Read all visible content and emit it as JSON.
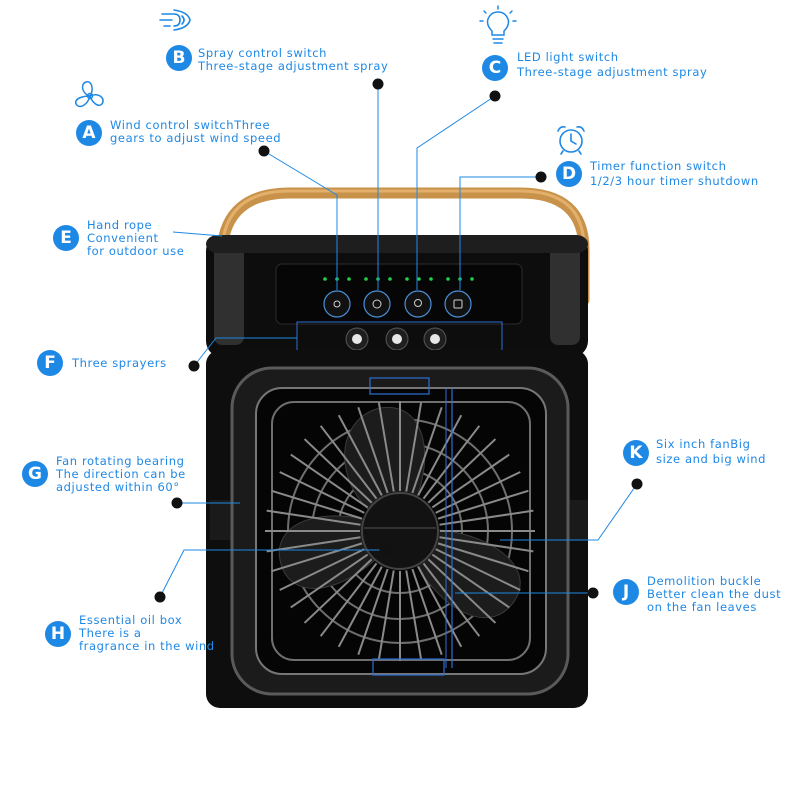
{
  "annotations": {
    "A": {
      "letter": "A",
      "line1": "Wind control switchThree",
      "line2": "gears to adjust wind speed"
    },
    "B": {
      "letter": "B",
      "line1": "Spray control switch",
      "line2": "Three-stage adjustment spray"
    },
    "C": {
      "letter": "C",
      "line1": "LED light switch",
      "line2": "Three-stage adjustment spray"
    },
    "D": {
      "letter": "D",
      "line1": "Timer function switch",
      "line2": "1/2/3 hour timer shutdown"
    },
    "E": {
      "letter": "E",
      "line1": "Hand rope",
      "line2": "Convenient",
      "line3": "for outdoor use"
    },
    "F": {
      "letter": "F",
      "line1": "Three sprayers"
    },
    "G": {
      "letter": "G",
      "line1": "Fan rotating bearing",
      "line2": "The direction can be",
      "line3": "adjusted within 60°"
    },
    "H": {
      "letter": "H",
      "line1": "Essential oil box",
      "line2": "There is a",
      "line3": "fragrance in the wind"
    },
    "J": {
      "letter": "J",
      "line1": "Demolition buckle",
      "line2": "Better clean the dust",
      "line3": "on the fan leaves"
    },
    "K": {
      "letter": "K",
      "line1": "Six inch fanBig",
      "line2": "size and big wind"
    }
  },
  "icons": [
    "fan-icon",
    "spray-icon",
    "light-bulb-icon",
    "alarm-clock-icon"
  ],
  "colors": {
    "accent": "#1e88e5",
    "device_body": "#111111",
    "handle": "#c8924a",
    "indicator": "#22d14a"
  }
}
